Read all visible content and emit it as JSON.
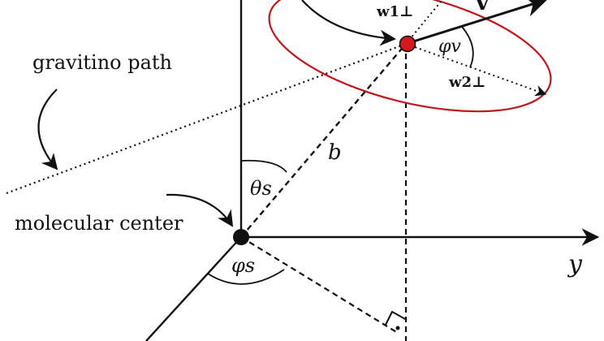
{
  "labels": {
    "gravitino_path": "gravitino path",
    "molecular_center": "molecular center",
    "y_axis": "y",
    "b": "b",
    "theta_s": "θs",
    "phi_s": "φs",
    "phi_v": "φv",
    "w1_perp": "w1⊥",
    "w2_perp": "w2⊥",
    "v": "v"
  },
  "colors": {
    "ellipse": "#c0191c",
    "point": "#d41820",
    "ink": "#111111"
  }
}
